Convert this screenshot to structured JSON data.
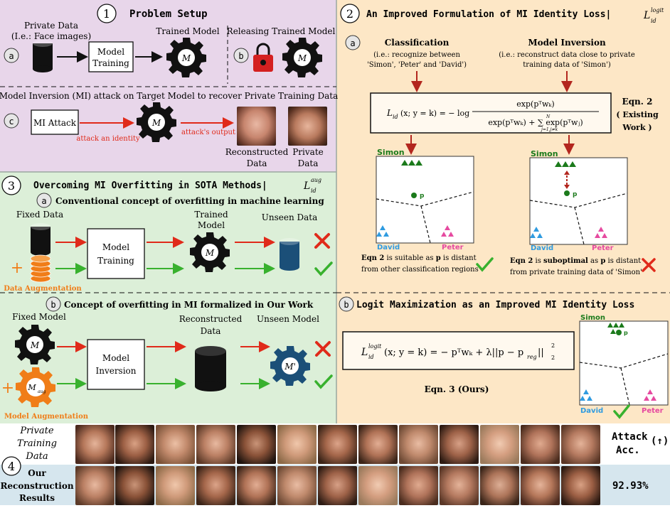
{
  "panel1": {
    "number": "1",
    "title": "Problem Setup",
    "a_marker": "a",
    "b_marker": "b",
    "c_marker": "c",
    "private_data_line1": "Private Data",
    "private_data_line2": "(I.e.: Face images)",
    "model_training_line1": "Model",
    "model_training_line2": "Training",
    "trained_model": "Trained Model",
    "releasing": "Releasing Trained Model",
    "mi_attack_caption": "Model Inversion (MI) attack on Target Model to recover Private Training Data",
    "mi_attack_box": "MI Attack",
    "attack_identity": "attack an identity",
    "attack_output": "attack's output",
    "reconstructed_line1": "Reconstructed",
    "reconstructed_line2": "Data",
    "private_line1": "Private",
    "private_line2": "Data",
    "gear_label": "M"
  },
  "panel2": {
    "number": "2",
    "title": "An Improved Formulation of MI Identity Loss|",
    "title_math": "L",
    "title_math_sup": "logit",
    "title_math_sub": "id",
    "a_marker": "a",
    "classification_title": "Classification",
    "classification_line1": "(i.e.: recognize between",
    "classification_line2": "'Simon', 'Peter' and 'David')",
    "inversion_title": "Model Inversion",
    "inversion_line1": "(i.e.: reconstruct data close to private",
    "inversion_line2": "training data of 'Simon')",
    "eqn2_lhs": "L",
    "eqn2_lhs_sub": "id",
    "eqn2_lhs_args": "(x; y = k) = − log",
    "eqn2_num": "exp(pᵀwₖ)",
    "eqn2_den": "exp(pᵀwₖ) + ∑ exp(pᵀwⱼ)",
    "eqn2_sum_top": "N",
    "eqn2_sum_bottom": "j=1,j≠k",
    "eqn2_label": "Eqn. 2",
    "existing_line1": "( Existing",
    "existing_line2": "Work )",
    "simon": "Simon",
    "david": "David",
    "peter": "Peter",
    "p_label": "p",
    "left_caption_line1_a": "Eqn 2",
    "left_caption_line1_b": " is suitable as ",
    "left_caption_line1_c": "p",
    "left_caption_line1_d": " is distant",
    "left_caption_line2": "from other classification regions",
    "right_caption_line1_a": "Eqn 2",
    "right_caption_line1_b": " is ",
    "right_caption_line1_c": "suboptimal",
    "right_caption_line1_d": " as ",
    "right_caption_line1_e": "p",
    "right_caption_line1_f": " is distant",
    "right_caption_line2": "from private training data of 'Simon'",
    "b_marker": "b",
    "b_title": "Logit Maximization as an Improved MI Identity Loss",
    "eqn3_lhs": "L",
    "eqn3_lhs_sup": "logit",
    "eqn3_lhs_sub": "id",
    "eqn3_rhs": "(x; y = k) = − pᵀwₖ + λ||p − p",
    "eqn3_reg": "reg",
    "eqn3_tail": "||",
    "eqn3_sq_sup": "2",
    "eqn3_sq_sub": "2",
    "eqn3_label": "Eqn. 3 (Ours)"
  },
  "panel3": {
    "number": "3",
    "title": "Overcoming MI Overfitting in SOTA Methods|",
    "title_math": "L",
    "title_math_sup": "aug",
    "title_math_sub": "id",
    "a_marker": "a",
    "a_title": "Conventional concept of overfitting in machine learning",
    "fixed_data": "Fixed Data",
    "model_training_line1": "Model",
    "model_training_line2": "Training",
    "trained_line1": "Trained",
    "trained_line2": "Model",
    "unseen_data": "Unseen  Data",
    "data_aug": "Data Augmentation",
    "plus": "+",
    "b_marker": "b",
    "b_title": "Concept of overfitting in MI formalized in Our Work",
    "fixed_model": "Fixed Model",
    "model_inversion_line1": "Model",
    "model_inversion_line2": "Inversion",
    "reconstructed_line1": "Reconstructed",
    "reconstructed_line2": "Data",
    "unseen_model": "Unseen  Model",
    "model_aug": "Model Augmentation",
    "gear_label": "M",
    "gear_aug_label": "M",
    "gear_aug_sub": "aug",
    "gear_unseen_label": "M'"
  },
  "panel4": {
    "number": "4",
    "private_line1": "Private",
    "private_line2": "Training",
    "private_line3": "Data",
    "our_line1": "Our",
    "our_line2": "Reconstruction",
    "our_line3": "Results",
    "attack_line1": "Attack",
    "attack_arrow": "(↑)",
    "attack_line2": "Acc.",
    "accuracy": "92.93%"
  },
  "colors": {
    "panel1_bg": "#e8d6ea",
    "panel2_bg": "#fde7c6",
    "panel3_bg": "#dcefd8",
    "panel4_bg": "#d6e6ee",
    "red_arrow": "#e02a1a",
    "green_arrow": "#38b12e",
    "orange": "#f07d18",
    "navy": "#1b4f78",
    "simon_green": "#1b7a1b",
    "david_blue": "#2f9be0",
    "peter_pink": "#e64aa0"
  }
}
